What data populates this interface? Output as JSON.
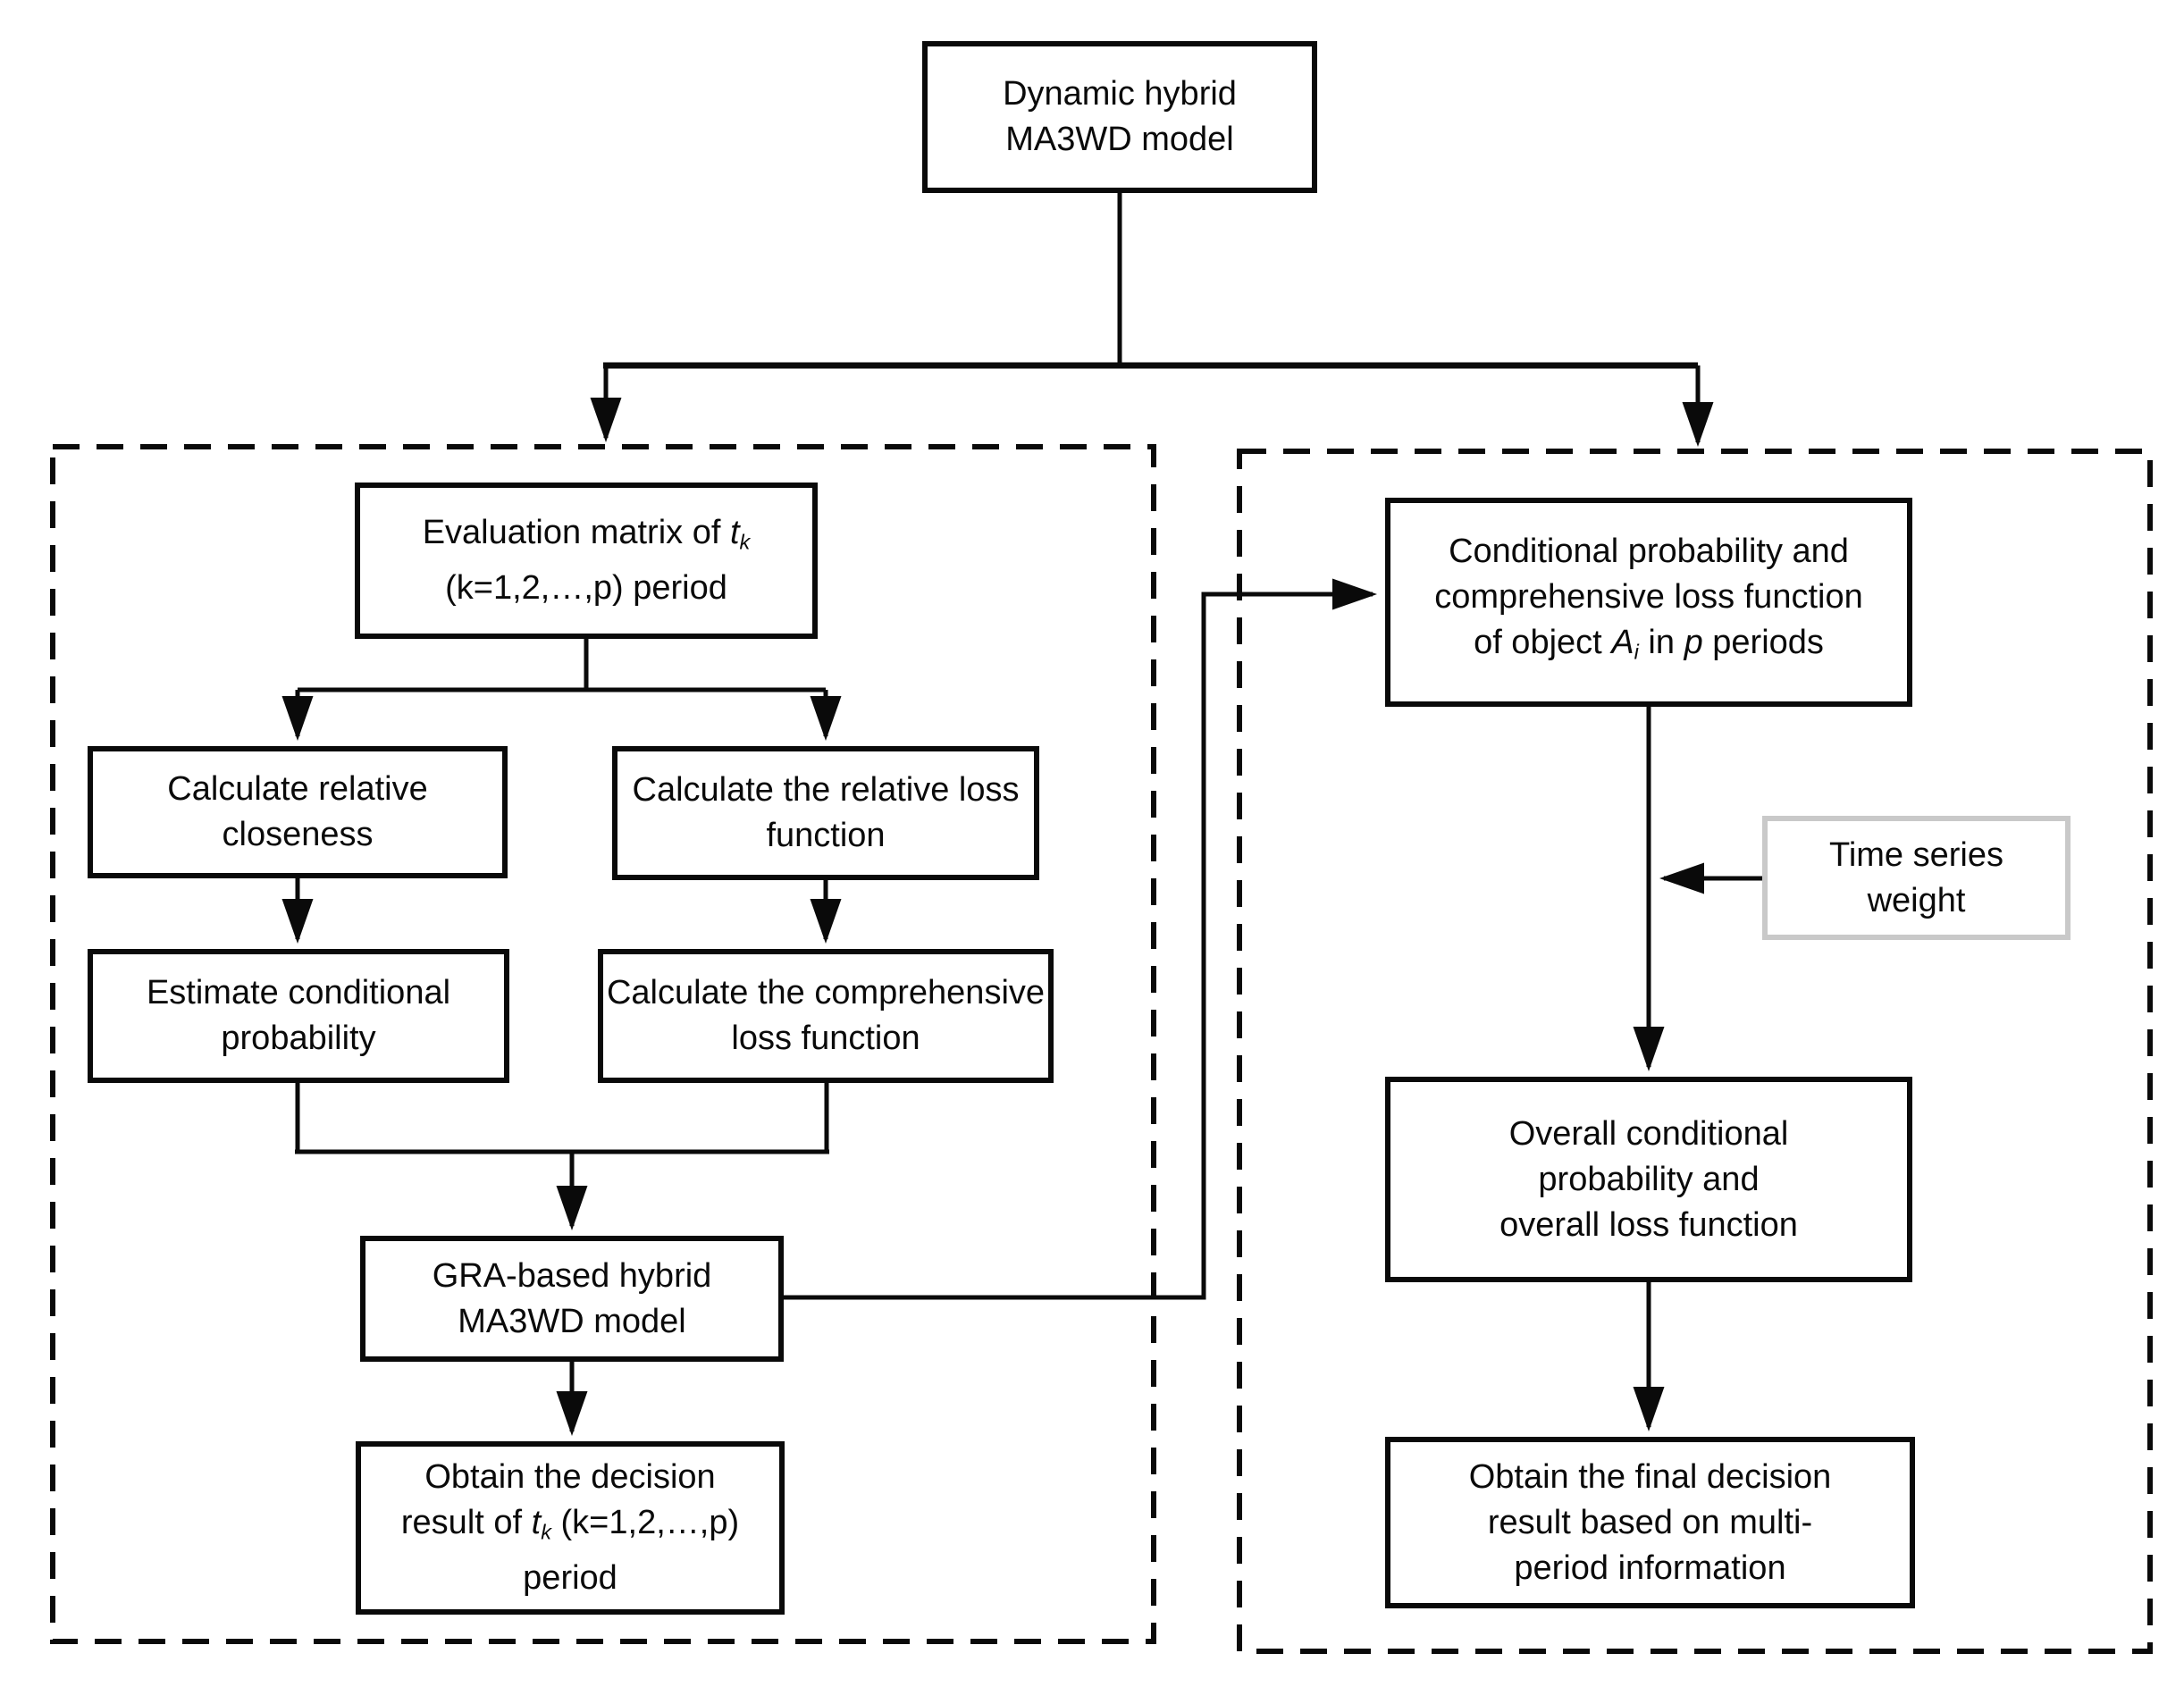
{
  "diagram": {
    "colors": {
      "line": "#0a0a0a",
      "box_border": "#0a0a0a",
      "time_series_box_border": "#c9c9c9",
      "text": "#0a0a0a",
      "background": "#ffffff"
    },
    "nodes": {
      "title": {
        "lines": [
          [
            {
              "text": "Dynamic hybrid"
            }
          ],
          [
            {
              "text": "MA3WD model"
            }
          ]
        ]
      },
      "evaluation": {
        "lines": [
          [
            {
              "text": "Evaluation matrix of "
            },
            {
              "text": "t",
              "italic": true
            },
            {
              "text": "k",
              "italic": true,
              "sub": true
            }
          ],
          [
            {
              "text": "(k=1,2,…,p) period"
            }
          ]
        ]
      },
      "closeness": {
        "lines": [
          [
            {
              "text": "Calculate relative"
            }
          ],
          [
            {
              "text": "closeness"
            }
          ]
        ]
      },
      "relative_loss": {
        "lines": [
          [
            {
              "text": "Calculate the relative loss"
            }
          ],
          [
            {
              "text": "function"
            }
          ]
        ]
      },
      "estimate": {
        "lines": [
          [
            {
              "text": "Estimate conditional"
            }
          ],
          [
            {
              "text": "probability"
            }
          ]
        ]
      },
      "comprehensive_loss": {
        "lines": [
          [
            {
              "text": "Calculate the comprehensive"
            }
          ],
          [
            {
              "text": "loss function"
            }
          ]
        ]
      },
      "gra": {
        "lines": [
          [
            {
              "text": "GRA-based hybrid"
            }
          ],
          [
            {
              "text": "MA3WD model"
            }
          ]
        ]
      },
      "obtain_decision": {
        "lines": [
          [
            {
              "text": "Obtain the decision"
            }
          ],
          [
            {
              "text": "result of "
            },
            {
              "text": "t",
              "italic": true
            },
            {
              "text": "k",
              "italic": true,
              "sub": true
            },
            {
              "text": " (k=1,2,…,p)"
            }
          ],
          [
            {
              "text": "period"
            }
          ]
        ]
      },
      "conditional": {
        "lines": [
          [
            {
              "text": "Conditional probability and"
            }
          ],
          [
            {
              "text": "comprehensive loss function"
            }
          ],
          [
            {
              "text": "of object "
            },
            {
              "text": "A",
              "italic": true
            },
            {
              "text": "i",
              "italic": true,
              "sub": true
            },
            {
              "text": " in "
            },
            {
              "text": "p",
              "italic": true
            },
            {
              "text": " periods"
            }
          ]
        ]
      },
      "time_series": {
        "lines": [
          [
            {
              "text": "Time series"
            }
          ],
          [
            {
              "text": "weight"
            }
          ]
        ]
      },
      "overall": {
        "lines": [
          [
            {
              "text": "Overall conditional"
            }
          ],
          [
            {
              "text": "probability and"
            }
          ],
          [
            {
              "text": "overall loss function"
            }
          ]
        ]
      },
      "final_decision": {
        "lines": [
          [
            {
              "text": "Obtain the final decision"
            }
          ],
          [
            {
              "text": "result based on multi-"
            }
          ],
          [
            {
              "text": "period information"
            }
          ]
        ]
      }
    }
  }
}
